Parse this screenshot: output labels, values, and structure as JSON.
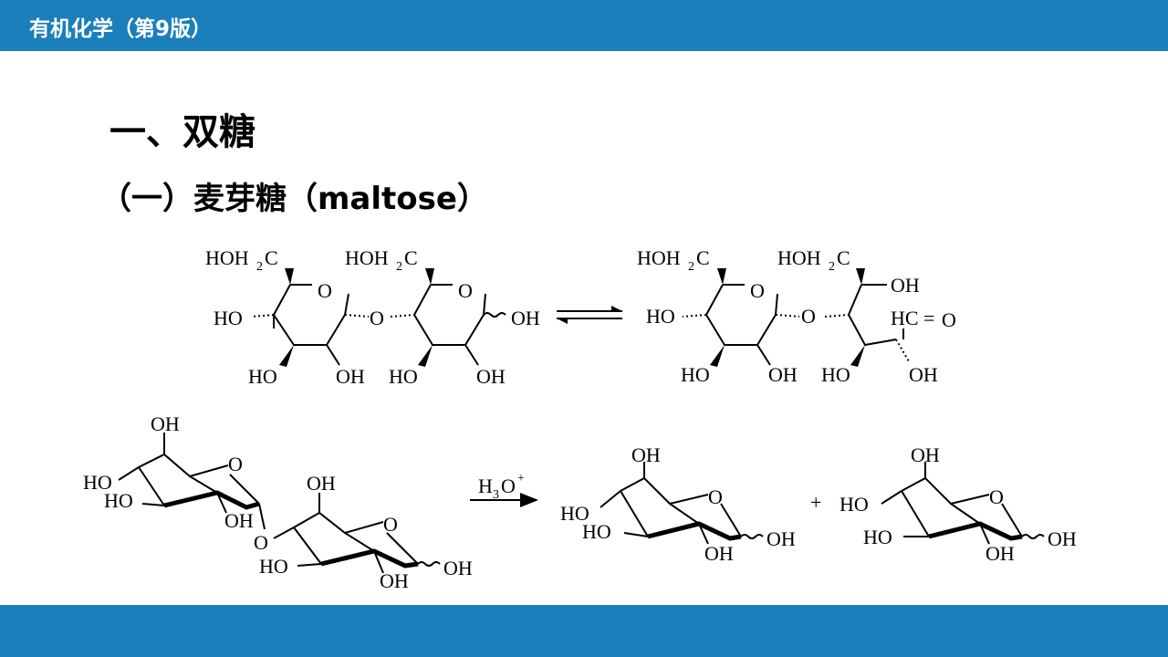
{
  "header": {
    "course_title": "有机化学（第9版）"
  },
  "slide": {
    "heading": "一、双糖",
    "subheading": "（一）麦芽糖（maltose）"
  },
  "structures": {
    "haworth_left": {
      "ring1": {
        "ch2": "HOH",
        "ch2_sub": "2",
        "ch2_c": "C",
        "o": "O",
        "ho_left": "HO",
        "ho_b1": "HO",
        "oh_b2": "OH"
      },
      "bridge_o": "O",
      "ring2": {
        "ch2": "HOH",
        "ch2_sub": "2",
        "ch2_c": "C",
        "o": "O",
        "oh_right": "OH",
        "ho_b1": "HO",
        "oh_b2": "OH"
      },
      "equilibrium": "⇌"
    },
    "open_chain_right": {
      "ring1": {
        "ch2": "HOH",
        "ch2_sub": "2",
        "ch2_c": "C",
        "o": "O",
        "ho_left": "HO",
        "ho_b1": "HO",
        "oh_b2": "OH"
      },
      "bridge_o": "O",
      "chain": {
        "ch2": "HOH",
        "ch2_sub": "2",
        "ch2_c": "C",
        "oh_top": "OH",
        "hc": "HC",
        "eq": "=",
        "o": "O",
        "ho_b1": "HO",
        "oh_b2": "OH"
      }
    },
    "chair_maltose": {
      "ring1": {
        "oh_top": "OH",
        "o": "O",
        "ho1": "HO",
        "ho2": "HO",
        "oh_bottom": "OH"
      },
      "bridge_o": "O",
      "ring2": {
        "oh_top": "OH",
        "o": "O",
        "ho": "HO",
        "oh_bottom": "OH",
        "oh_right": "OH"
      }
    },
    "hydrolysis": {
      "reagent_h": "H",
      "reagent_sub": "3",
      "reagent_o": "O",
      "reagent_sup": "+",
      "plus": "+",
      "glucose1": {
        "oh_top": "OH",
        "o": "O",
        "ho1": "HO",
        "ho2": "HO",
        "oh_bottom": "OH",
        "oh_right": "OH"
      },
      "glucose2": {
        "oh_top": "OH",
        "o": "O",
        "ho1": "HO",
        "ho2": "HO",
        "oh_bottom": "OH",
        "oh_right": "OH"
      }
    }
  }
}
